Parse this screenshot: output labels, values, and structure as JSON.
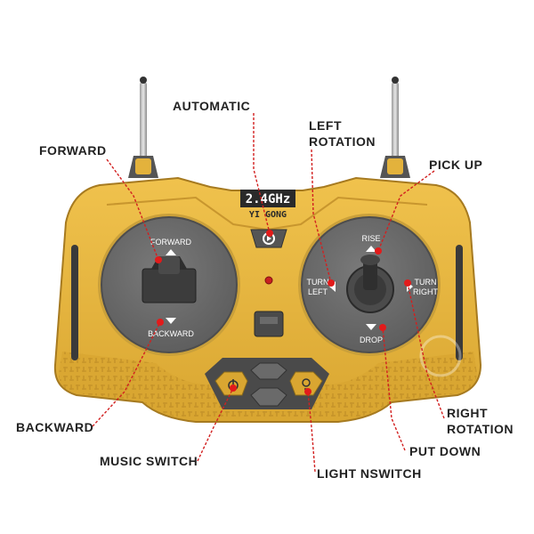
{
  "device": {
    "brand_frequency": "2.4GHz",
    "brand_name": "YI GONG",
    "colors": {
      "body": "#e3b23c",
      "body_dark": "#b8862a",
      "pad": "#6b6b6b",
      "pad_ring": "#4d4d4d",
      "callout_line": "#d22020",
      "callout_dot": "#e21b1b"
    },
    "left_pad": {
      "top_label": "FORWARD",
      "bottom_label": "BACKWARD"
    },
    "right_pad": {
      "top_label": "RISE",
      "left_label_1": "TURN",
      "left_label_2": "LEFT",
      "right_label_1": "TURN",
      "right_label_2": "RIGHT",
      "bottom_label": "DROP"
    },
    "icons": {
      "automatic": "gear-play-icon",
      "music": "power-note-icon",
      "light": "bulb-icon"
    }
  },
  "callouts": {
    "automatic": "AUTOMATIC",
    "forward": "FORWARD",
    "left_rotation_1": "LEFT",
    "left_rotation_2": "ROTATION",
    "pick_up": "PICK UP",
    "backward": "BACKWARD",
    "right_rotation_1": "RIGHT",
    "right_rotation_2": "ROTATION",
    "put_down": "PUT DOWN",
    "music_switch": "MUSIC SWITCH",
    "light_switch": "LIGHT NSWITCH"
  }
}
